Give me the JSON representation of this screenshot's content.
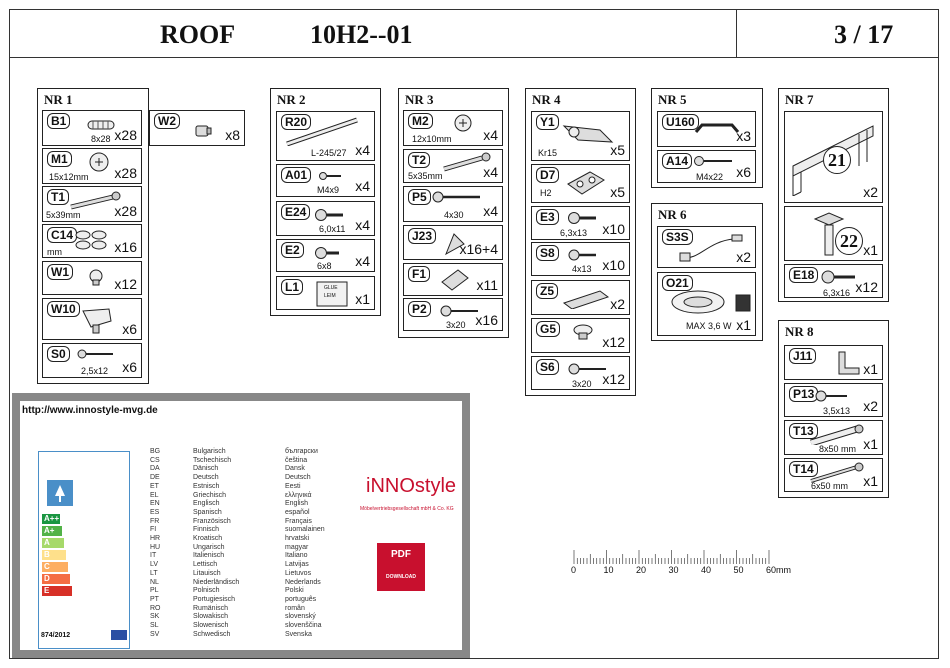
{
  "header": {
    "title": "ROOF",
    "model": "10H2--01",
    "page": "3 / 17"
  },
  "groups": {
    "nr1": {
      "title": "NR 1",
      "b1": {
        "code": "B1",
        "dim": "8x28",
        "qty": "x28"
      },
      "w2": {
        "code": "W2",
        "qty": "x8"
      },
      "m1": {
        "code": "M1",
        "dim": "15x12mm",
        "qty": "x28"
      },
      "t1": {
        "code": "T1",
        "dim": "5x39mm",
        "qty": "x28"
      },
      "c14": {
        "code": "C14",
        "dim": "mm",
        "qty": "x16"
      },
      "w1": {
        "code": "W1",
        "qty": "x12"
      },
      "w10": {
        "code": "W10",
        "qty": "x6"
      },
      "s0": {
        "code": "S0",
        "dim": "2,5x12",
        "qty": "x6"
      }
    },
    "nr2": {
      "title": "NR 2",
      "r20": {
        "code": "R20",
        "dim": "L-245/27",
        "qty": "x4"
      },
      "a01": {
        "code": "A01",
        "dim": "M4x9",
        "qty": "x4"
      },
      "e24": {
        "code": "E24",
        "dim": "6,0x11",
        "qty": "x4"
      },
      "e2": {
        "code": "E2",
        "dim": "6x8",
        "qty": "x4"
      },
      "l1": {
        "code": "L1",
        "qty": "x1",
        "glue1": "GLUE",
        "glue2": "LEIM"
      }
    },
    "nr3": {
      "title": "NR 3",
      "m2": {
        "code": "M2",
        "dim": "12x10mm",
        "qty": "x4"
      },
      "t2": {
        "code": "T2",
        "dim": "5x35mm",
        "qty": "x4"
      },
      "p5": {
        "code": "P5",
        "dim": "4x30",
        "qty": "x4"
      },
      "j23": {
        "code": "J23",
        "qty": "x16+4"
      },
      "f1": {
        "code": "F1",
        "qty": "x11"
      },
      "p2": {
        "code": "P2",
        "dim": "3x20",
        "qty": "x16"
      }
    },
    "nr4": {
      "title": "NR 4",
      "y1": {
        "code": "Y1",
        "dim": "Kr15",
        "qty": "x5"
      },
      "d7": {
        "code": "D7",
        "dim": "H2",
        "qty": "x5"
      },
      "e3": {
        "code": "E3",
        "dim": "6,3x13",
        "qty": "x10"
      },
      "s8": {
        "code": "S8",
        "dim": "4x13",
        "qty": "x10"
      },
      "z5": {
        "code": "Z5",
        "qty": "x2"
      },
      "g5": {
        "code": "G5",
        "qty": "x12"
      },
      "s6": {
        "code": "S6",
        "dim": "3x20",
        "qty": "x12"
      }
    },
    "nr5": {
      "title": "NR 5",
      "u160": {
        "code": "U160",
        "qty": "x3"
      },
      "a14": {
        "code": "A14",
        "dim": "M4x22",
        "qty": "x6"
      }
    },
    "nr6": {
      "title": "NR 6",
      "s3s": {
        "code": "S3S",
        "qty": "x2"
      },
      "o21": {
        "code": "O21",
        "dim": "MAX 3,6 W",
        "qty": "x1"
      }
    },
    "nr7": {
      "title": "NR 7",
      "p21": {
        "num": "21",
        "qty": "x2"
      },
      "p22": {
        "num": "22",
        "qty": "x1"
      },
      "e18": {
        "code": "E18",
        "dim": "6,3x16",
        "qty": "x12"
      }
    },
    "nr8": {
      "title": "NR 8",
      "j11": {
        "code": "J11",
        "qty": "x1"
      },
      "p13": {
        "code": "P13",
        "dim": "3,5x13",
        "qty": "x2"
      },
      "t13": {
        "code": "T13",
        "dim": "8x50 mm",
        "qty": "x1"
      },
      "t14": {
        "code": "T14",
        "dim": "6x50 mm",
        "qty": "x1"
      }
    }
  },
  "label": {
    "url": "http://www.innostyle-mvg.de",
    "regulation": "874/2012",
    "energy_classes": [
      "A++",
      "A+",
      "A",
      "B",
      "C",
      "D",
      "E"
    ],
    "codes": "BG\nCS\nDA\nDE\nET\nEL\nEN\nES\nFR\nFI\nHR\nHU\nIT\nLV\nLT\nNL\nPL\nPT\nRO\nSK\nSL\nSV",
    "german": "Bulgarisch\nTschechisch\nDänisch\nDeutsch\nEstnisch\nGriechisch\nEnglisch\nSpanisch\nFranzösisch\nFinnisch\nKroatisch\nUngarisch\nItalienisch\nLettisch\nLitauisch\nNiederländisch\nPolnisch\nPortugiesisch\nRumänisch\nSlowakisch\nSlowenisch\nSchwedisch",
    "native": "български\nčeština\nDansk\nDeutsch\nEesti\nελληνικά\nEnglish\nespañol\nFrançais\nsuomalainen\nhrvatski\nmagyar\nItaliano\nLatvijas\nLietuvos\nNederlands\nPolski\nportuguês\nromân\nslovenský\nslovenščina\nSvenska",
    "brand": "iNNOstyle",
    "tagline": "Möbelvertriebsgesellschaft mbH & Co. KG",
    "pdf": "PDF",
    "download": "DOWNLOAD"
  },
  "ruler": {
    "labels": [
      "0",
      "10",
      "20",
      "30",
      "40",
      "50",
      "60mm"
    ]
  },
  "colors": {
    "label_border": "#888888",
    "energy_frame": "#4a8fc8",
    "brand": "#c8102e"
  }
}
